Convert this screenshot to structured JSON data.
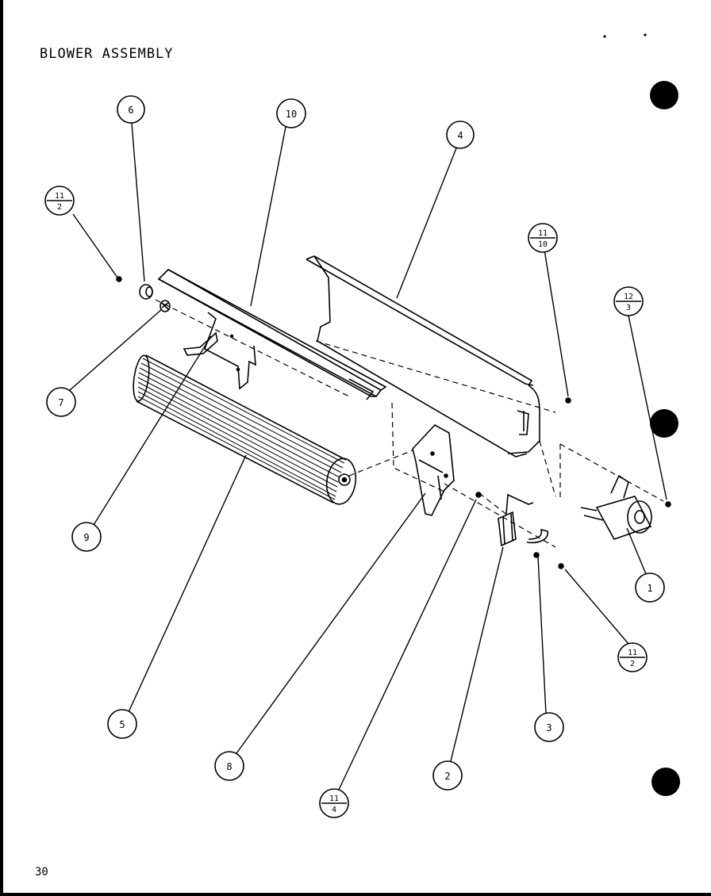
{
  "title": "BLOWER ASSEMBLY",
  "page_number": "30",
  "callouts": [
    {
      "id": "c6",
      "label": "6"
    },
    {
      "id": "c10",
      "label": "10"
    },
    {
      "id": "c4",
      "label": "4"
    },
    {
      "id": "c7",
      "label": "7"
    },
    {
      "id": "c9",
      "label": "9"
    },
    {
      "id": "c5",
      "label": "5"
    },
    {
      "id": "c8",
      "label": "8"
    },
    {
      "id": "c2",
      "label": "2"
    },
    {
      "id": "c3",
      "label": "3"
    },
    {
      "id": "c1",
      "label": "1"
    }
  ],
  "split_callouts": [
    {
      "id": "s11-2a",
      "top": "11",
      "bottom": "2"
    },
    {
      "id": "s11-10",
      "top": "11",
      "bottom": "10"
    },
    {
      "id": "s12-3",
      "top": "12",
      "bottom": "3"
    },
    {
      "id": "s11-2b",
      "top": "11",
      "bottom": "2"
    },
    {
      "id": "s11-4",
      "top": "11",
      "bottom": "4"
    }
  ],
  "colors": {
    "ink": "#000000",
    "paper": "#ffffff"
  }
}
